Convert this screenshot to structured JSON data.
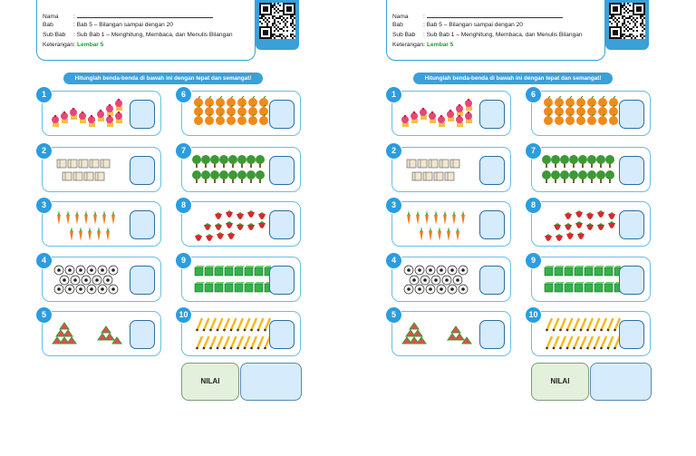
{
  "sheets": [
    {
      "info": {
        "name_label": "Nama",
        "name_sep": ":",
        "bab_label": "Bab",
        "bab_value": ": Bab 5 – Bilangan sampai dengan 20",
        "subbab_label": "Sub Bab",
        "subbab_value": ": Sub Bab 1 – Menghitung, Membaca, dan Menulis Bilangan",
        "ket_label": "Keterangan",
        "ket_value": ": Lembar 5"
      },
      "instruction": "Hitunglah benda-benda di bawah ini dengan tepat dan semangat!",
      "items": [
        {
          "number": "1",
          "object": "cupcake"
        },
        {
          "number": "2",
          "object": "box"
        },
        {
          "number": "3",
          "object": "carrot"
        },
        {
          "number": "4",
          "object": "soccer-ball"
        },
        {
          "number": "5",
          "object": "watermelon-slice"
        },
        {
          "number": "6",
          "object": "orange"
        },
        {
          "number": "7",
          "object": "tree"
        },
        {
          "number": "8",
          "object": "strawberry"
        },
        {
          "number": "9",
          "object": "green-cube"
        },
        {
          "number": "10",
          "object": "pencil"
        }
      ],
      "score_label": "NILAI"
    },
    {
      "info": {
        "name_label": "Nama",
        "name_sep": ":",
        "bab_label": "Bab",
        "bab_value": ": Bab 5 – Bilangan sampai dengan 20",
        "subbab_label": "Sub Bab",
        "subbab_value": ": Sub Bab 1 – Menghitung, Membaca, dan Menulis Bilangan",
        "ket_label": "Keterangan",
        "ket_value": ": Lembar 5"
      },
      "instruction": "Hitunglah benda-benda di bawah ini dengan tepat dan semangat!",
      "items": [
        {
          "number": "1",
          "object": "cupcake"
        },
        {
          "number": "2",
          "object": "box"
        },
        {
          "number": "3",
          "object": "carrot"
        },
        {
          "number": "4",
          "object": "soccer-ball"
        },
        {
          "number": "5",
          "object": "watermelon-slice"
        },
        {
          "number": "6",
          "object": "orange"
        },
        {
          "number": "7",
          "object": "tree"
        },
        {
          "number": "8",
          "object": "strawberry"
        },
        {
          "number": "9",
          "object": "green-cube"
        },
        {
          "number": "10",
          "object": "pencil"
        }
      ],
      "score_label": "NILAI"
    }
  ]
}
